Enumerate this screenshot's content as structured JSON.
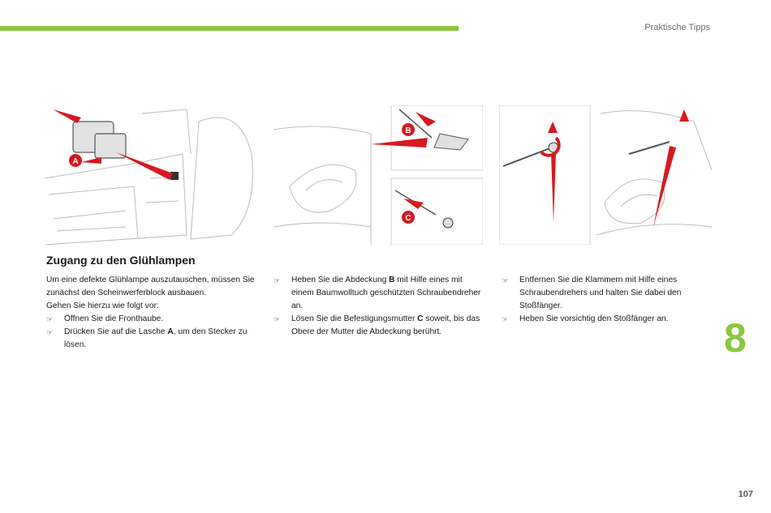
{
  "header": {
    "section": "Praktische Tipps",
    "accent": "#8cc63f"
  },
  "chapter_number": "8",
  "page_number": "107",
  "illustrations": {
    "label_a": "A",
    "label_b": "B",
    "label_c": "C",
    "callout_color": "#d71920"
  },
  "title": "Zugang zu den Glühlampen",
  "col1": {
    "intro1": "Um eine defekte Glühlampe auszutauschen, müssen Sie zunächst den Scheinwerferblock ausbauen.",
    "intro2": "Gehen Sie hierzu wie folgt vor:",
    "step1": "Öffnen Sie die Fronthaube.",
    "step2_pre": "Drücken Sie auf die Lasche ",
    "step2_bold": "A",
    "step2_post": ", um den Stecker zu lösen."
  },
  "col2": {
    "step1_pre": "Heben Sie die Abdeckung ",
    "step1_bold": "B",
    "step1_post": " mit Hilfe eines mit einem Baumwolltuch geschützten Schraubendreher an.",
    "step2_pre": "Lösen Sie die Befestigungsmutter ",
    "step2_bold": "C",
    "step2_post": " soweit, bis das Obere der Mutter die Abdeckung berührt."
  },
  "col3": {
    "step1": "Entfernen Sie die Klammern mit Hilfe eines Schraubendrehers und halten Sie dabei den Stoßfänger.",
    "step2": "Heben Sie vorsichtig den Stoßfänger an."
  },
  "bullet_glyph": "☞"
}
